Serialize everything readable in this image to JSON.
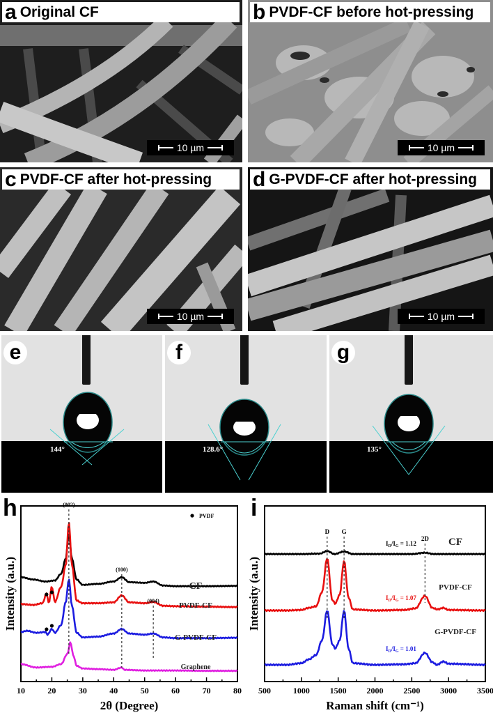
{
  "figure": {
    "panels": {
      "a": {
        "letter": "a",
        "title": "Original CF",
        "scale_bar": "10 µm"
      },
      "b": {
        "letter": "b",
        "title": "PVDF-CF before hot-pressing",
        "scale_bar": "10 µm"
      },
      "c": {
        "letter": "c",
        "title": "PVDF-CF after hot-pressing",
        "scale_bar": "10 µm"
      },
      "d": {
        "letter": "d",
        "title": "G-PVDF-CF after hot-pressing",
        "scale_bar": "10 µm"
      },
      "e": {
        "letter": "e",
        "angle": "144°"
      },
      "f": {
        "letter": "f",
        "angle": "128.6°"
      },
      "g": {
        "letter": "g",
        "angle": "135°"
      },
      "h": {
        "letter": "h"
      },
      "i": {
        "letter": "i"
      }
    }
  },
  "chart_data": [
    {
      "panel": "h",
      "type": "line",
      "title": "",
      "xlabel": "2θ (Degree)",
      "ylabel": "Intensity (a.u.)",
      "xlim": [
        10,
        80
      ],
      "xticks": [
        10,
        20,
        30,
        40,
        50,
        60,
        70,
        80
      ],
      "grid": false,
      "legend": {
        "marker": "●",
        "label": "PVDF",
        "position": "top-right"
      },
      "peak_labels": [
        {
          "label": "(002)",
          "x": 25.5
        },
        {
          "label": "(100)",
          "x": 42.6
        },
        {
          "label": "(004)",
          "x": 52.8
        }
      ],
      "pvdf_markers_x": [
        18.3,
        20.0
      ],
      "series": [
        {
          "name": "CF",
          "color": "#000000",
          "offset": 3,
          "x": [
            10,
            14,
            18,
            21,
            23,
            24.5,
            25.5,
            26.5,
            28,
            30,
            35,
            40,
            42.6,
            45,
            50,
            52.8,
            56,
            60,
            70,
            80
          ],
          "y": [
            0.35,
            0.28,
            0.22,
            0.25,
            0.45,
            0.9,
            1.65,
            0.9,
            0.28,
            0.12,
            0.15,
            0.22,
            0.35,
            0.2,
            0.18,
            0.22,
            0.1,
            0.08,
            0.08,
            0.09
          ]
        },
        {
          "name": "PVDF-CF",
          "color": "#e81010",
          "offset": 2,
          "x": [
            10,
            14,
            17,
            18.3,
            19,
            20,
            21,
            23,
            24.5,
            25.5,
            26.5,
            28,
            30,
            35,
            40,
            42.6,
            45,
            50,
            52.8,
            56,
            60,
            70,
            80
          ],
          "y": [
            0.1,
            0.08,
            0.12,
            0.35,
            0.12,
            0.5,
            0.15,
            0.5,
            1.0,
            2.0,
            1.0,
            0.18,
            0.12,
            0.12,
            0.14,
            0.3,
            0.14,
            0.12,
            0.15,
            0.06,
            0.05,
            0.04,
            0.03
          ]
        },
        {
          "name": "G-PVDF-CF",
          "color": "#1c1ce0",
          "offset": 1,
          "x": [
            10,
            12,
            15,
            18,
            18.6,
            20,
            21,
            23,
            24.5,
            25.5,
            26.5,
            28,
            30,
            35,
            40,
            42.6,
            45,
            50,
            52.8,
            56,
            60,
            70,
            80
          ],
          "y": [
            0.22,
            0.25,
            0.2,
            0.22,
            0.15,
            0.3,
            0.2,
            0.4,
            1.0,
            1.6,
            0.9,
            0.2,
            0.08,
            0.1,
            0.18,
            0.3,
            0.18,
            0.15,
            0.18,
            0.08,
            0.06,
            0.06,
            0.07
          ]
        },
        {
          "name": "Graphene",
          "color": "#e020e0",
          "offset": 0,
          "x": [
            10,
            15,
            20,
            23,
            25,
            26,
            27,
            28,
            30,
            35,
            40,
            42.6,
            43.5,
            50,
            60,
            70,
            80
          ],
          "y": [
            0.25,
            0.15,
            0.17,
            0.25,
            0.55,
            0.9,
            0.5,
            0.2,
            0.12,
            0.1,
            0.08,
            0.15,
            0.08,
            0.06,
            0.06,
            0.05,
            0.05
          ]
        }
      ]
    },
    {
      "panel": "i",
      "type": "line",
      "title": "",
      "xlabel": "Raman shift (cm⁻¹)",
      "ylabel": "Intensity (a.u.)",
      "xlim": [
        500,
        3500
      ],
      "xticks": [
        500,
        1000,
        1500,
        2000,
        2500,
        3000,
        3500
      ],
      "grid": false,
      "peak_labels": [
        {
          "label": "D",
          "x": 1350
        },
        {
          "label": "G",
          "x": 1580
        },
        {
          "label": "2D",
          "x": 2680
        }
      ],
      "annotations": [
        {
          "text": "I_D/I_G = 1.12",
          "series": "CF",
          "color": "#000000"
        },
        {
          "text": "I_D/I_G = 1.07",
          "series": "PVDF-CF",
          "color": "#e81010"
        },
        {
          "text": "I_D/I_G = 1.01",
          "series": "G-PVDF-CF",
          "color": "#1c1ce0"
        }
      ],
      "series": [
        {
          "name": "CF",
          "color": "#000000",
          "offset": 2,
          "x": [
            500,
            1000,
            1250,
            1350,
            1450,
            1580,
            1700,
            2000,
            2500,
            2680,
            2800,
            3000,
            3500
          ],
          "y": [
            0,
            0,
            0.01,
            0.07,
            0.0,
            0.06,
            0.0,
            0,
            0,
            0.03,
            0,
            0,
            0
          ]
        },
        {
          "name": "PVDF-CF",
          "color": "#e81010",
          "offset": 1,
          "x": [
            500,
            800,
            1000,
            1100,
            1200,
            1280,
            1350,
            1420,
            1460,
            1520,
            1580,
            1640,
            1700,
            2000,
            2400,
            2550,
            2680,
            2780,
            2850,
            2930,
            3000,
            3500
          ],
          "y": [
            0,
            0,
            0.01,
            0.05,
            0.08,
            0.35,
            1.0,
            0.2,
            0.13,
            0.3,
            0.95,
            0.25,
            0.02,
            0,
            0.01,
            0.04,
            0.28,
            0.05,
            0.02,
            0.05,
            0.01,
            0
          ]
        },
        {
          "name": "G-PVDF-CF",
          "color": "#1c1ce0",
          "offset": 0,
          "x": [
            500,
            800,
            1000,
            1100,
            1200,
            1280,
            1350,
            1420,
            1460,
            1520,
            1580,
            1640,
            1700,
            2000,
            2400,
            2550,
            2680,
            2780,
            2840,
            2930,
            3000,
            3500
          ],
          "y": [
            0,
            0,
            0.03,
            0.1,
            0.18,
            0.45,
            1.0,
            0.38,
            0.3,
            0.45,
            1.0,
            0.3,
            0.03,
            0,
            0.01,
            0.03,
            0.22,
            0.05,
            0.0,
            0.06,
            0.02,
            0
          ]
        }
      ]
    }
  ]
}
